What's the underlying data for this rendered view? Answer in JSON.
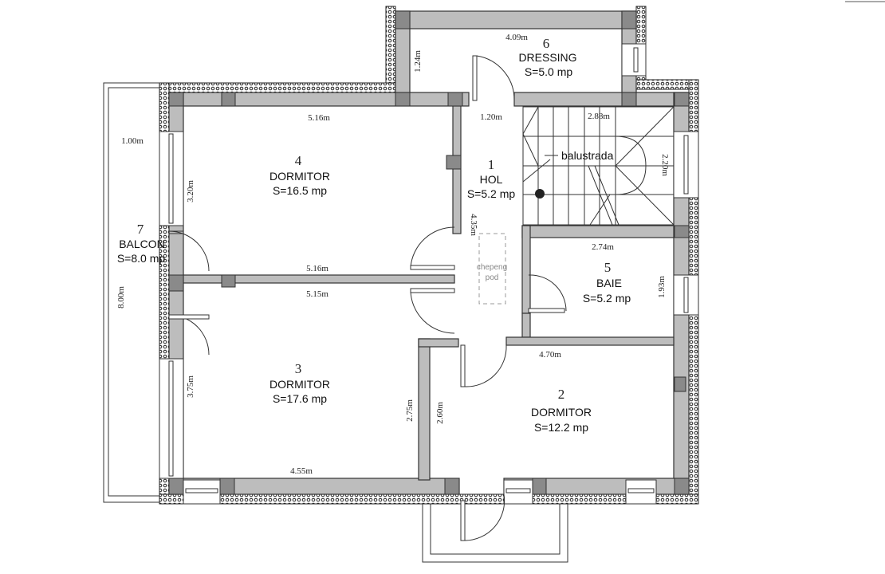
{
  "rooms": [
    {
      "number": "1",
      "name": "HOL",
      "area": "S=5.2 mp"
    },
    {
      "number": "2",
      "name": "DORMITOR",
      "area": "S=12.2 mp"
    },
    {
      "number": "3",
      "name": "DORMITOR",
      "area": "S=17.6 mp"
    },
    {
      "number": "4",
      "name": "DORMITOR",
      "area": "S=16.5 mp"
    },
    {
      "number": "5",
      "name": "BAIE",
      "area": "S=5.2 mp"
    },
    {
      "number": "6",
      "name": "DRESSING",
      "area": "S=5.0 mp"
    },
    {
      "number": "7",
      "name": "BALCON",
      "area": "S=8.0 mp"
    }
  ],
  "labels": {
    "stair_railing": "balustrada",
    "attic_hatch_1": "chepeng",
    "attic_hatch_2": "pod"
  },
  "dimensions": {
    "dressing_width": "4.09m",
    "dressing_depth": "1.24m",
    "hol_door": "1.20m",
    "stair_width": "2.88m",
    "stair_depth": "2.20m",
    "dorm4_width": "5.16m",
    "dorm4_depth": "3.20m",
    "balcony_depth": "1.00m",
    "hol_length": "4.35m",
    "dorm4_bottom": "5.16m",
    "dorm3_top": "5.15m",
    "balcony_length": "8.00m",
    "baie_width": "2.74m",
    "baie_depth": "1.93m",
    "dorm2_width": "4.70m",
    "dorm3_depth": "3.75m",
    "dorm3_wall": "2.75m",
    "dorm2_wall": "2.60m",
    "dorm3_bottom": "4.55m"
  }
}
